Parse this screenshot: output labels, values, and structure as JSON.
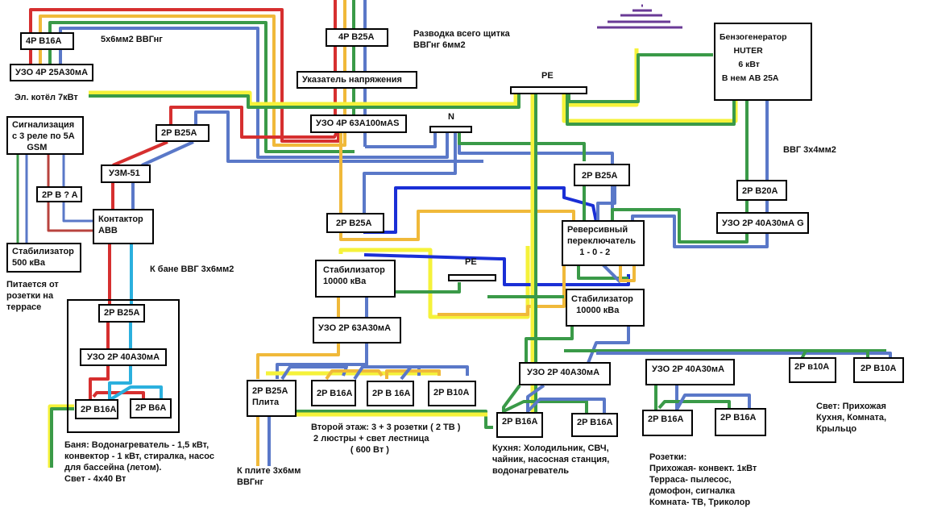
{
  "diagram": {
    "title": "Разводка всего щитка ВВГнг 6мм2",
    "wire_colors": {
      "phase_red": "#d62f2f",
      "phase_yellow": "#f0b93a",
      "pe_yellow": "#f5f23a",
      "pe_green": "#3a9a48",
      "neutral_blue": "#5a78c8",
      "dark_blue": "#1a2fd6",
      "light_blue": "#2bb0de",
      "ground_purple": "#6a3a96"
    },
    "components": {
      "breaker_4p_b16a": "4P B16A",
      "rcd_4p_25a30ma": "УЗО 4P 25A30мА",
      "breaker_4p_b25a": "4P B25A",
      "voltage_indicator": "Указатель напряжения",
      "rcd_4p_63a100mas": "УЗО 4P 63A100мАS",
      "generator": "Бензогенератор\n      HUTER\n        6 кВт\n В нем АВ 25А",
      "alarm": "Сигнализация\nс 3 реле по 5А\n      GSM",
      "breaker_2p_b25a_top": "2P B25A",
      "uzm51": "УЗМ-51",
      "breaker_2p_b_q": "2P B ? A",
      "contactor": "Контактор\nABB",
      "stabilizer_500": "Стабилизатор\n500 кВа",
      "breaker_2p_b25a_mid": "2P B25A",
      "breaker_2p_b25a_right": "2P B25A",
      "breaker_2p_b20a": "2P B20A",
      "rcd_2p_40a30ma_g": "УЗО 2P 40A30мА G",
      "reversing_switch": "Реверсивный\nпереключатель\n     1 - 0 - 2",
      "stabilizer_10000_left": "Стабилизатор\n10000 кВа",
      "stabilizer_10000_right": "Стабилизатор\n  10000 кВа",
      "rcd_2p_63a30ma": "УЗО 2P 63A30мА",
      "bath_breaker_b25a": "2P B25A",
      "bath_rcd": "УЗО 2P 40A30мА",
      "bath_b16a": "2P B16A",
      "bath_b6a": "2P B6A",
      "stove_breaker": "2P B25A\nПлита",
      "floor2_b16a_1": "2P B16A",
      "floor2_b16a_2": "2P B 16A",
      "floor2_b10a": "2P B10A",
      "kitchen_rcd": "УЗО 2P 40A30мА",
      "kitchen_b16a_1": "2P B16A",
      "kitchen_b16a_2": "2P B16A",
      "sockets_rcd": "УЗО 2P 40A30мА",
      "sockets_b16a_1": "2P B16A",
      "sockets_b16a_2": "2P B16A",
      "light_b10a_1": "2P в10A",
      "light_b10a_2": "2P B10A"
    },
    "bus_labels": {
      "pe_top": "PE",
      "n_top": "N",
      "pe_mid": "PE"
    },
    "labels": {
      "cable_5x6": "5х6мм2 ВВГнг",
      "panel_wiring": "Разводка всего щитка\nВВГнг 6мм2",
      "boiler": "Эл. котёл 7кВт",
      "generator_cable": "ВВГ 3х4мм2",
      "bath_cable": "К бане ВВГ 3х6мм2",
      "stabilizer_power": "Питается от\nрозетки на\nтеррасе",
      "bath_loads": "Баня: Водонагреватель - 1,5 кВт,\nконвектор - 1 кВт, стиралка, насос\nдля бассейна (летом).\nСвет - 4х40 Вт",
      "stove_cable": "К плите 3х6мм\nВВГнг",
      "floor2_loads": "Второй этаж: 3 + 3 розетки ( 2 ТВ )\n 2 люстры + свет лестница\n                ( 600 Вт )",
      "kitchen_loads": "Кухня: Холодильник, СВЧ,\nчайник, насосная станция,\nводонагреватель",
      "sockets_loads": "Розетки:\nПрихожая- конвект. 1кВт\nТерраса- пылесос,\nдомофон, сигналка\nКомната- ТВ, Триколор",
      "light_loads": "Свет: Прихожая\nКухня, Комната,\nКрыльцо"
    }
  }
}
